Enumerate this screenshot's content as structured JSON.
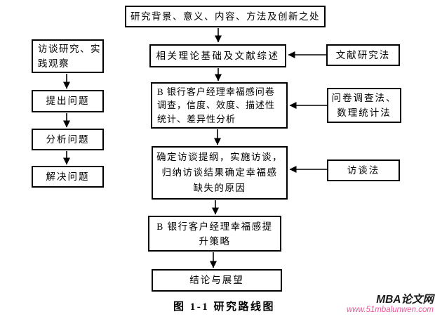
{
  "flowchart": {
    "top_box": {
      "text": "研究背景、意义、内容、方法及创新之处"
    },
    "left_column": [
      {
        "text": "访谈研究、实\n践观察"
      },
      {
        "text": "提出问题"
      },
      {
        "text": "分析问题"
      },
      {
        "text": "解决问题"
      }
    ],
    "center_column": [
      {
        "text": "相关理论基础及文献综述"
      },
      {
        "text": "B 银行客户经理幸福感问卷\n调查，信度、效度、描述性\n统计、差异性分析"
      },
      {
        "text": "确定访谈提纲，实施访谈，\n归纳访谈结果确定幸福感\n缺失的原因"
      },
      {
        "text": "B 银行客户经理幸福感提\n升策略"
      },
      {
        "text": "结论与展望"
      }
    ],
    "right_column": [
      {
        "text": "文献研究法"
      },
      {
        "text": "问卷调查法、\n数理统计法"
      },
      {
        "text": "访谈法"
      }
    ],
    "caption": "图 1-1  研究路线图"
  },
  "watermark": {
    "site_name": "MBA论文网",
    "site_url": "www.51mbalunwen.com"
  },
  "colors": {
    "line": "#000000",
    "watermark_url": "#f0559f"
  }
}
